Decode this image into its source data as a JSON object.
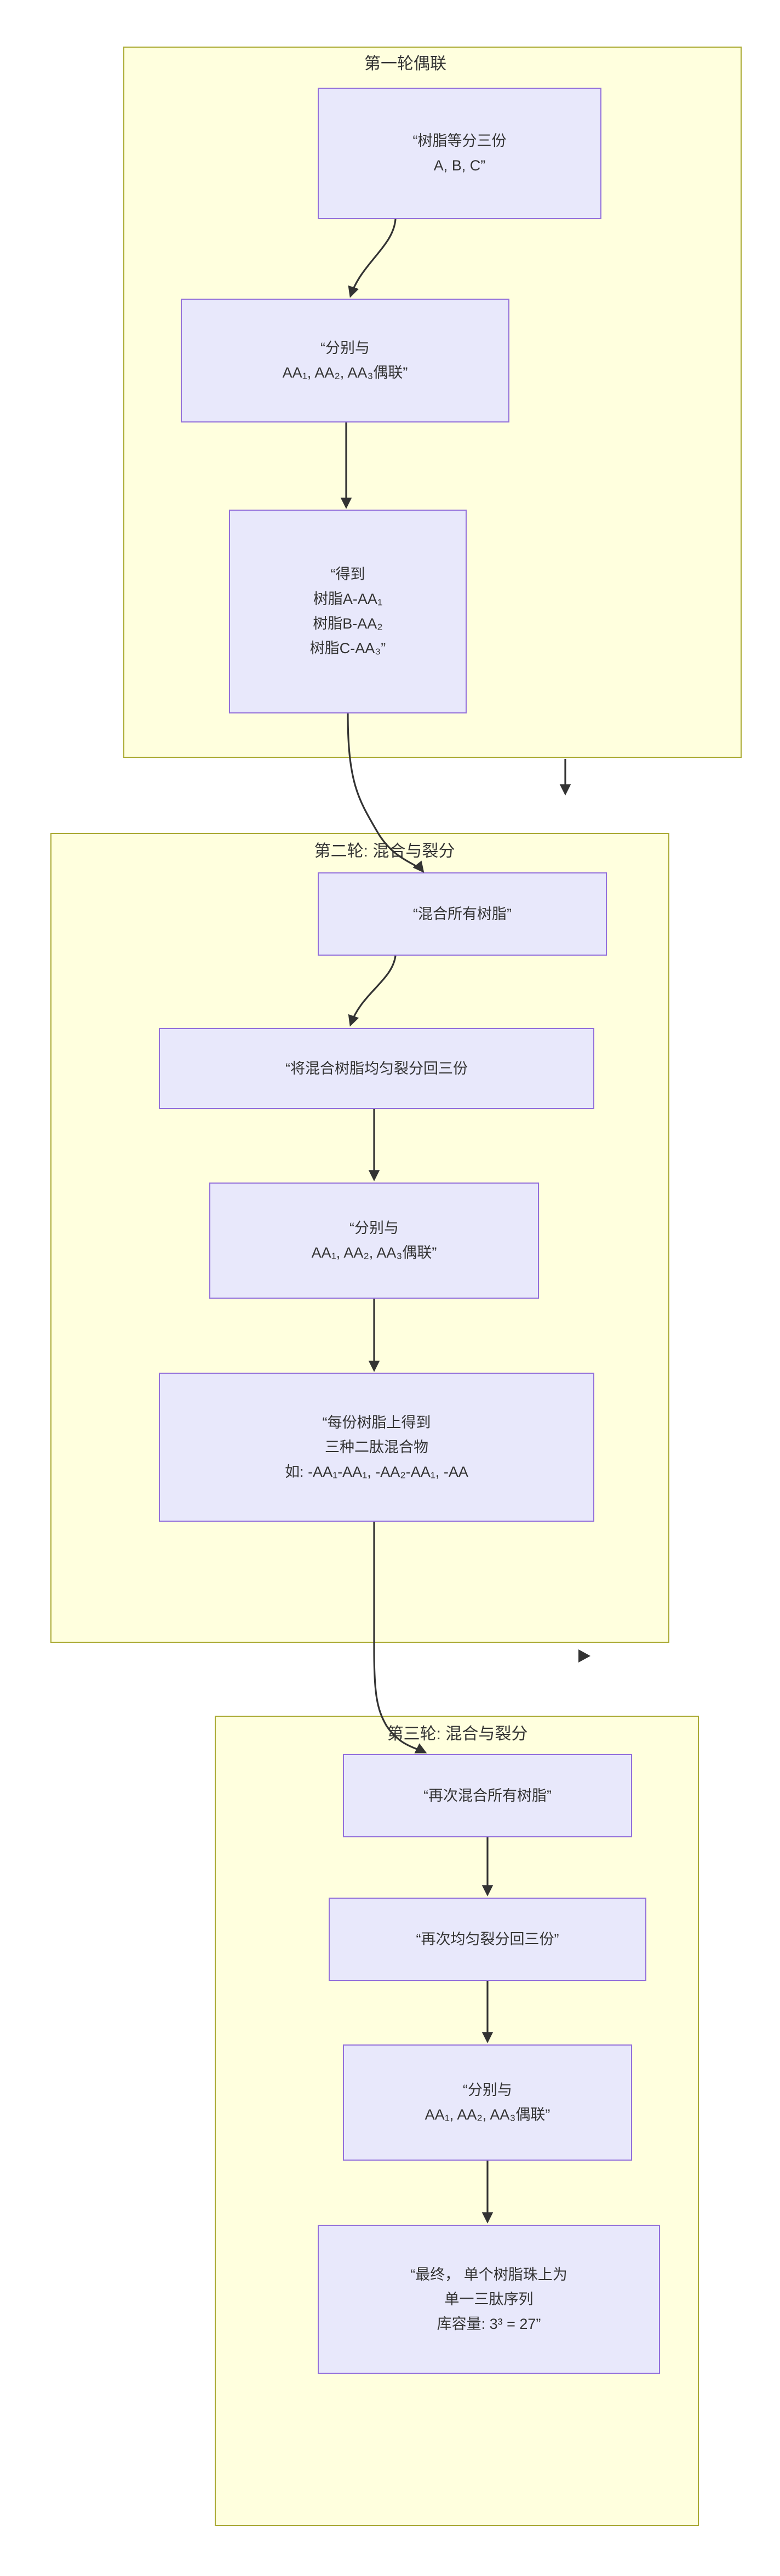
{
  "diagram": {
    "type": "flowchart",
    "direction": "top-to-bottom",
    "title_visible": false,
    "colors": {
      "cluster_fill": "#ffffde",
      "cluster_stroke": "#aaaa33",
      "node_fill": "#e8e8fb",
      "node_stroke": "#9370db",
      "edge_stroke": "#333333",
      "text": "#333333"
    }
  },
  "clusters": [
    {
      "id": "round1",
      "title": "第一轮偶联",
      "nodes": [
        {
          "id": "r1n1",
          "text": "“树脂等分三份\nA, B, C”"
        },
        {
          "id": "r1n2",
          "text": "“分别与\nAA₁, AA₂, AA₃偶联”"
        },
        {
          "id": "r1n3",
          "text": "“得到\n树脂A-AA₁\n树脂B-AA₂\n树脂C-AA₃”"
        }
      ]
    },
    {
      "id": "round2",
      "title": "第二轮: 混合与裂分",
      "nodes": [
        {
          "id": "r2n1",
          "text": "“混合所有树脂”"
        },
        {
          "id": "r2n2",
          "text": "“将混合树脂均匀裂分回三份"
        },
        {
          "id": "r2n3",
          "text": "“分别与\nAA₁, AA₂, AA₃偶联”"
        },
        {
          "id": "r2n4",
          "text": "“每份树脂上得到\n三种二肽混合物\n如: -AA₁-AA₁, -AA₂-AA₁, -AA"
        }
      ]
    },
    {
      "id": "round3",
      "title": "第三轮: 混合与裂分",
      "nodes": [
        {
          "id": "r3n1",
          "text": "“再次混合所有树脂”"
        },
        {
          "id": "r3n2",
          "text": "“再次均匀裂分回三份”"
        },
        {
          "id": "r3n3",
          "text": "“分别与\nAA₁, AA₂, AA₃偶联”"
        },
        {
          "id": "r3n4",
          "text": "“最终， 单个树脂珠上为\n单一三肽序列\n库容量: 3³ = 27”"
        }
      ]
    }
  ],
  "edges": [
    {
      "from": "r1n1",
      "to": "r1n2",
      "style": "curved-arrow"
    },
    {
      "from": "r1n2",
      "to": "r1n3",
      "style": "straight-arrow"
    },
    {
      "from": "r1n3",
      "to": "r2n1",
      "style": "curved-arrow"
    },
    {
      "from": "r2n1",
      "to": "r2n2",
      "style": "curved-arrow"
    },
    {
      "from": "r2n2",
      "to": "r2n3",
      "style": "straight-arrow"
    },
    {
      "from": "r2n3",
      "to": "r2n4",
      "style": "straight-arrow"
    },
    {
      "from": "r2n4",
      "to": "r3n1",
      "style": "curved-arrow"
    },
    {
      "from": "r3n1",
      "to": "r3n2",
      "style": "straight-arrow"
    },
    {
      "from": "r3n2",
      "to": "r3n3",
      "style": "straight-arrow"
    },
    {
      "from": "r3n3",
      "to": "r3n4",
      "style": "straight-arrow"
    },
    {
      "from": "round1",
      "to": "round2",
      "style": "cluster-link-stub"
    },
    {
      "from": "round2",
      "to": "round3",
      "style": "cluster-link-marker"
    }
  ]
}
